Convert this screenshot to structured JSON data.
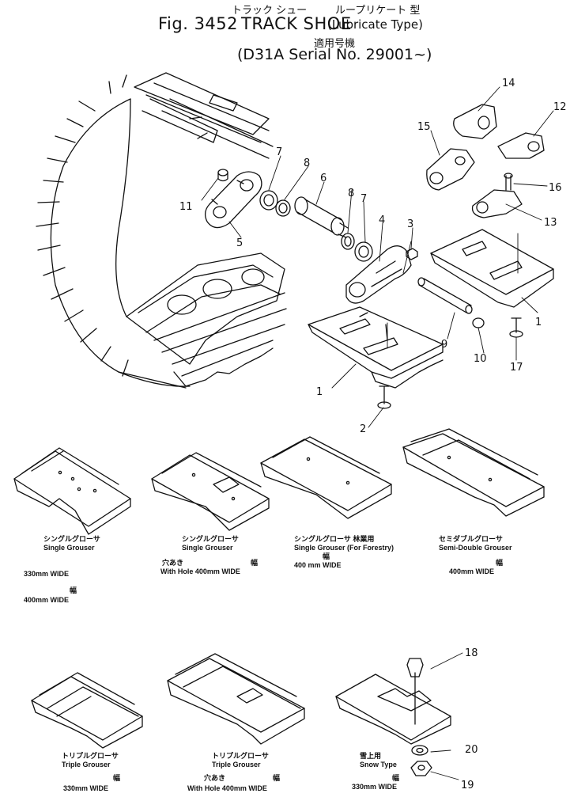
{
  "header": {
    "fig": "Fig. 3452",
    "title": "TRACK SHOE",
    "title_jp": "トラック シュー",
    "type_jp": "ループリケート 型",
    "type_en": "(Lubricate Type)",
    "applic_jp": "適用号機",
    "applic_en": "(D31A Serial No. 29001~)"
  },
  "callouts": [
    "14",
    "12",
    "15",
    "16",
    "13",
    "7",
    "8",
    "6",
    "8",
    "7",
    "4",
    "3",
    "11",
    "5",
    "1",
    "9",
    "10",
    "17",
    "1",
    "2",
    "18",
    "20",
    "19"
  ],
  "shoes": [
    {
      "jp": "シングルグローサ",
      "en": "Single Grouser",
      "l3": "330mm WIDE",
      "l4_jp": "幅",
      "l5": "400mm WIDE"
    },
    {
      "jp": "シングルグローサ",
      "en": "Single Grouser",
      "l3_jp": "穴あき",
      "l3_jp2": "幅",
      "l4": "With Hole 400mm WIDE"
    },
    {
      "jp": "シングルグローサ 林業用",
      "en": "Single Grouser (For Forestry)",
      "l3_jp": "幅",
      "l4": "400 mm WIDE"
    },
    {
      "jp": "セミダブルグローサ",
      "en": "Semi-Double Grouser",
      "l3_jp": "幅",
      "l4": "400mm WIDE"
    },
    {
      "jp": "トリプルグローサ",
      "en": "Triple Grouser",
      "l3_jp": "幅",
      "l4": "330mm WIDE"
    },
    {
      "jp": "トリプルグローサ",
      "en": "Triple Grouser",
      "l3_jp": "穴あき",
      "l3_jp2": "幅",
      "l4": "With Hole 400mm WIDE"
    },
    {
      "jp": "雪上用",
      "en": "Snow Type",
      "l3_jp": "幅",
      "l4": "330mm WIDE"
    }
  ]
}
